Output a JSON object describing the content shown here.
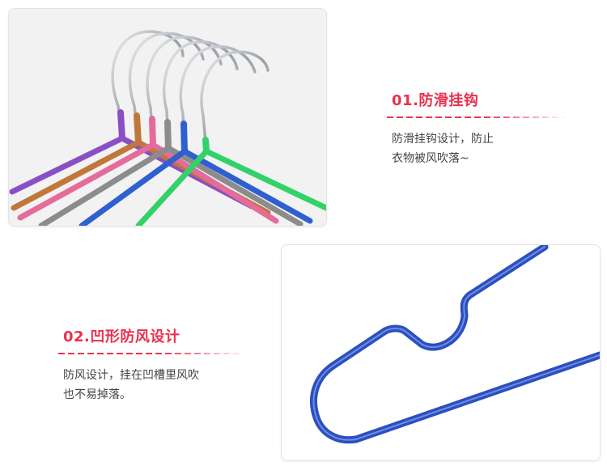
{
  "features": [
    {
      "title": "01.防滑挂钩",
      "desc_lines": [
        "防滑挂钩设计，防止",
        "衣物被风吹落~"
      ]
    },
    {
      "title": "02.凹形防风设计",
      "desc_lines": [
        "防风设计，挂在凹槽里风吹",
        "也不易掉落。"
      ]
    }
  ],
  "colors": {
    "accent": "#e8324f",
    "text": "#444444",
    "hanger_purple": "#8a4fc4",
    "hanger_brown": "#c0773a",
    "hanger_pink": "#e56c9a",
    "hanger_gray": "#8c8c8c",
    "hanger_blue": "#2f5fd0",
    "hanger_green": "#33d16a",
    "hanger_chrome": "#b9bcc2"
  },
  "images": [
    {
      "name": "colorful-hangers-photo"
    },
    {
      "name": "blue-hanger-closeup-photo"
    }
  ]
}
